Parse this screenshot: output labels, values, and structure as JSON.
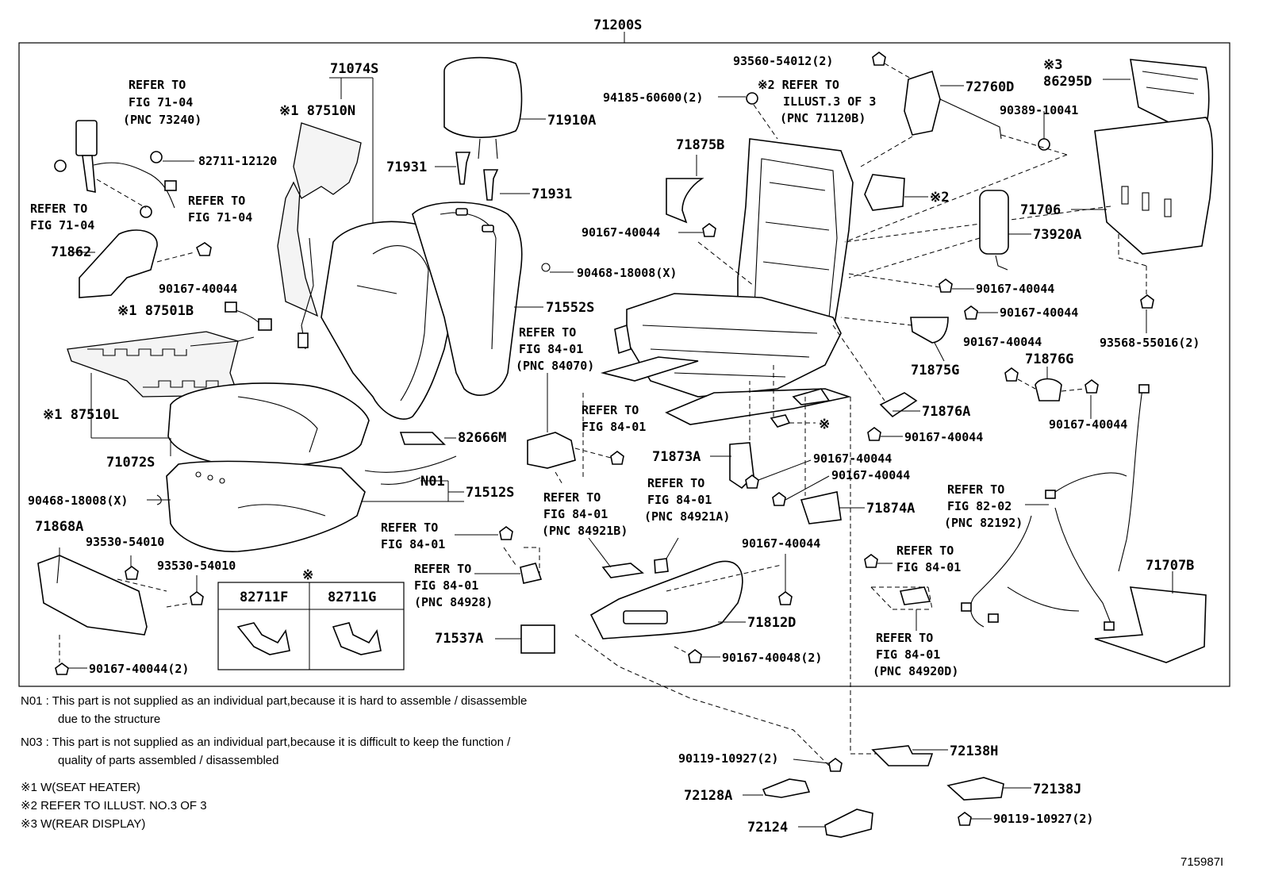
{
  "title": "71200S",
  "labels": {
    "p71074S": "71074S",
    "p87510N": "※1 87510N",
    "refer7104a_1": "REFER TO",
    "refer7104a_2": "FIG 71-04",
    "refer7104a_3": "(PNC 73240)",
    "p82711_12120": "82711-12120",
    "refer7104b_1": "REFER TO",
    "refer7104b_2": "FIG 71-04",
    "refer7104c_1": "REFER TO",
    "refer7104c_2": "FIG 71-04",
    "p71862": "71862",
    "p90167_40044_a": "90167-40044",
    "p87501B": "※1 87501B",
    "p87510L": "※1 87510L",
    "p71072S": "71072S",
    "p90468_18008_a": "90468-18008(X)",
    "p71868A": "71868A",
    "p93530_54010_a": "93530-54010",
    "p93530_54010_b": "93530-54010",
    "p90167_40044_2": "90167-40044(2)",
    "p71910A": "71910A",
    "p71931_a": "71931",
    "p71931_b": "71931",
    "p90468_18008_b": "90468-18008(X)",
    "p71552S": "71552S",
    "refer8401a_1": "REFER TO",
    "refer8401a_2": "FIG 84-01",
    "refer8401a_3": "(PNC 84070)",
    "p82666M": "82666M",
    "pN01": "N01",
    "p71512S": "71512S",
    "refer8401b_1": "REFER TO",
    "refer8401b_2": "FIG 84-01",
    "refer8401c_1": "REFER TO",
    "refer8401c_2": "FIG 84-01",
    "refer8401c_3": "(PNC 84921B)",
    "refer8401d_1": "REFER TO",
    "refer8401d_2": "FIG 84-01",
    "refer8401e_1": "REFER TO",
    "refer8401e_2": "FIG 84-01",
    "refer8401e_3": "(PNC 84928)",
    "sym_x": "※",
    "p82711F": "82711F",
    "p82711G": "82711G",
    "p71537A": "71537A",
    "p93560_54012": "93560-54012(2)",
    "p94185_60600": "94185-60600(2)",
    "refer_illust_1": "※2 REFER TO",
    "refer_illust_2": "ILLUST.3 OF 3",
    "refer_illust_3": "(PNC 71120B)",
    "p71875B": "71875B",
    "p90167_40044_b": "90167-40044",
    "p72760D": "72760D",
    "p90389_10041": "90389-10041",
    "p86295D": "86295D",
    "x3": "※3",
    "x2": "※2",
    "p71706": "71706",
    "p73920A": "73920A",
    "p90167_40044_c": "90167-40044",
    "p90167_40044_d": "90167-40044",
    "p93568_55016": "93568-55016(2)",
    "p90167_40044_e": "90167-40044",
    "p71876G": "71876G",
    "p71875G": "71875G",
    "p71876A": "71876A",
    "p90167_40044_f": "90167-40044",
    "p90167_40044_g": "90167-40044",
    "sym_x2": "※",
    "p71873A": "71873A",
    "p90167_40044_h": "90167-40044",
    "p90167_40044_i": "90167-40044",
    "refer8401f_1": "REFER TO",
    "refer8401f_2": "FIG 84-01",
    "refer8401f_3": "(PNC 84921A)",
    "p71874A": "71874A",
    "refer8202_1": "REFER TO",
    "refer8202_2": "FIG 82-02",
    "refer8202_3": "(PNC 82192)",
    "p90167_40044_j": "90167-40044",
    "p71812D": "71812D",
    "p90167_40048": "90167-40048(2)",
    "refer8401g_1": "REFER TO",
    "refer8401g_2": "FIG 84-01",
    "refer8401h_1": "REFER TO",
    "refer8401h_2": "FIG 84-01",
    "refer8401h_3": "(PNC 84920D)",
    "p71707B": "71707B",
    "p90119_10927_a": "90119-10927(2)",
    "p72138H": "72138H",
    "p72128A": "72128A",
    "p72138J": "72138J",
    "p72124": "72124",
    "p90119_10927_b": "90119-10927(2)",
    "diagram_id": "715987I"
  },
  "notes": {
    "n01_a": "N01 : This part is not supplied as an individual part,because it is hard to assemble / disassemble",
    "n01_b": "due to the structure",
    "n03_a": "N03 : This part is not supplied as an individual part,because it is difficult to keep the function /",
    "n03_b": "quality of parts assembled / disassembled",
    "x1": "※1   W(SEAT HEATER)",
    "x2": "※2   REFER TO ILLUST. NO.3 OF 3",
    "x3": "※3   W(REAR DISPLAY)"
  }
}
